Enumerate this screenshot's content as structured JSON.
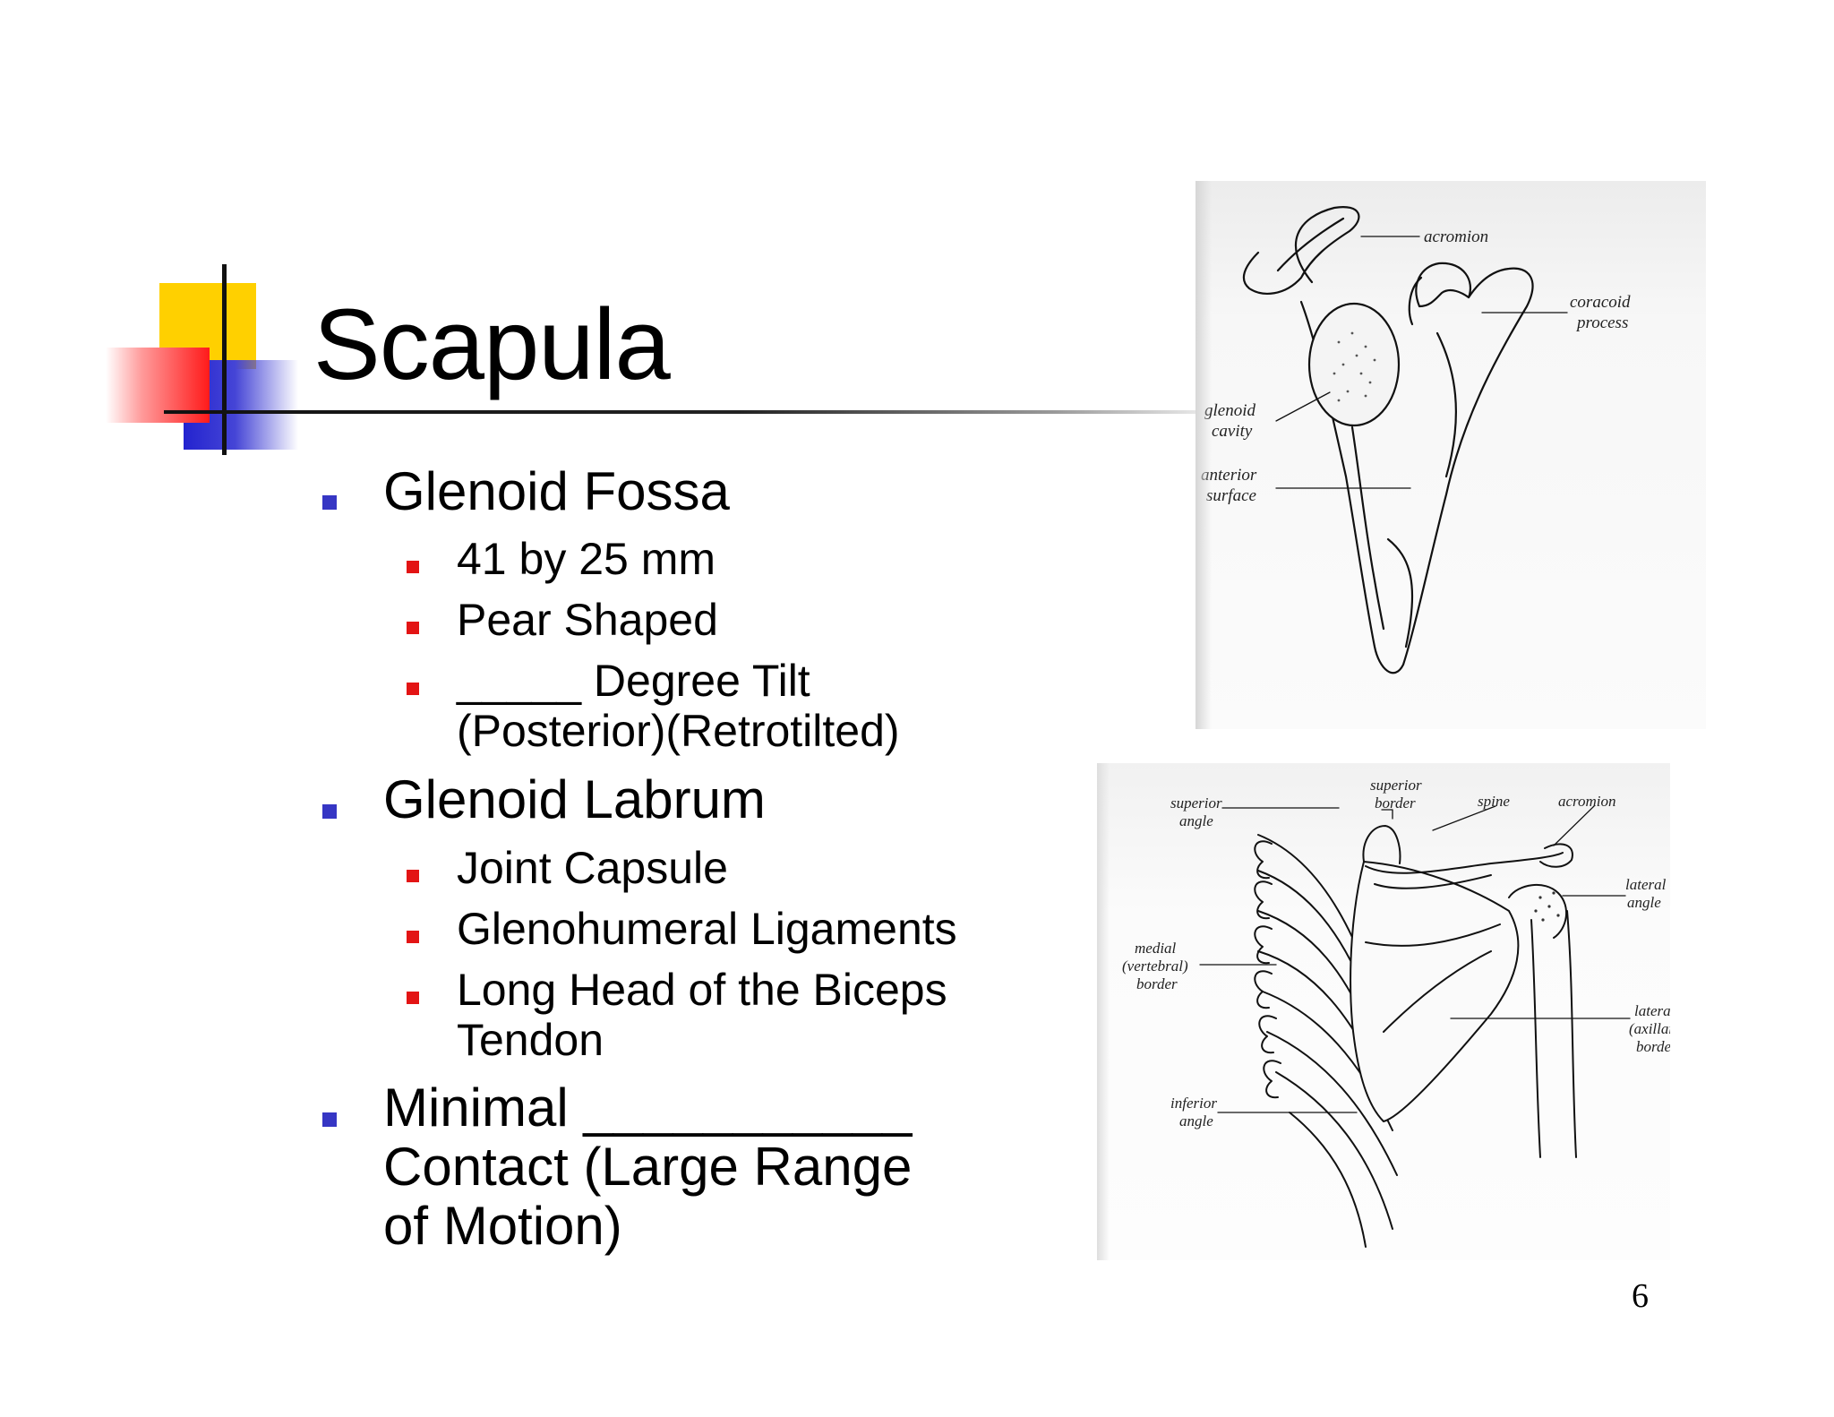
{
  "slide": {
    "title": "Scapula",
    "page_number": "6",
    "bullets": [
      {
        "text": "Glenoid Fossa",
        "sub": [
          {
            "lines": [
              "41 by 25 mm"
            ]
          },
          {
            "lines": [
              "Pear Shaped"
            ]
          },
          {
            "lines": [
              "_____ Degree Tilt",
              "(Posterior)(Retrotilted)"
            ]
          }
        ]
      },
      {
        "text": "Glenoid Labrum",
        "sub": [
          {
            "lines": [
              "Joint Capsule"
            ]
          },
          {
            "lines": [
              "Glenohumeral Ligaments"
            ]
          },
          {
            "lines": [
              "Long Head of the Biceps",
              "Tendon"
            ]
          }
        ]
      },
      {
        "lines": [
          "Minimal ___________",
          "Contact (Large Range",
          "of Motion)"
        ]
      }
    ]
  },
  "figure_top": {
    "labels": {
      "acromion": "acromion",
      "coracoid_1": "coracoid",
      "coracoid_2": "process",
      "glenoid_1": "glenoid",
      "glenoid_2": "cavity",
      "anterior_1": "anterior",
      "anterior_2": "surface"
    }
  },
  "figure_bottom": {
    "labels": {
      "superior_angle_1": "superior",
      "superior_angle_2": "angle",
      "superior_border_1": "superior",
      "superior_border_2": "border",
      "spine": "spine",
      "acromion": "acromion",
      "lateral_angle_1": "lateral",
      "lateral_angle_2": "angle",
      "medial_1": "medial",
      "medial_2": "(vertebral)",
      "medial_3": "border",
      "lateral_border_1": "lateral",
      "lateral_border_2": "(axillary)",
      "lateral_border_3": "border",
      "inferior_1": "inferior",
      "inferior_2": "angle"
    }
  },
  "colors": {
    "title_text": "#000000",
    "bullet_level1": "#3636c4",
    "bullet_level2": "#e31414",
    "deco_yellow": "#ffd000",
    "deco_blue": "#2323cf",
    "deco_red": "#ff1a1a"
  }
}
